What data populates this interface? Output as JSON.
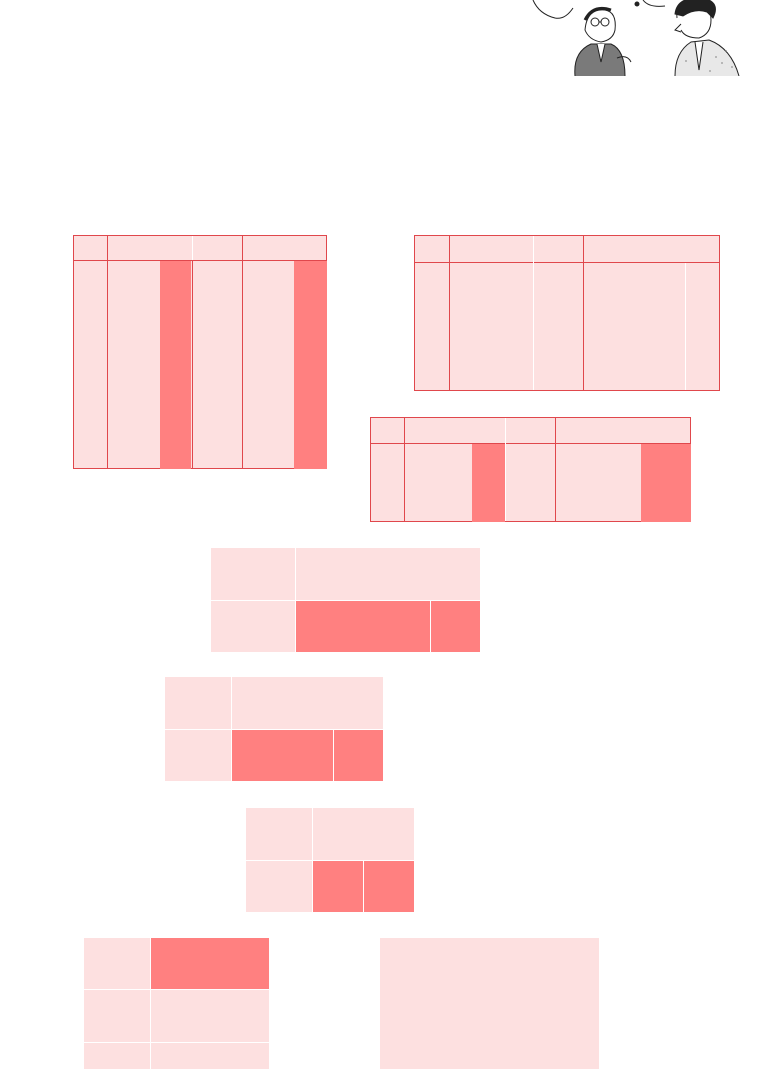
{
  "illustration": {
    "icon": "two-businessmen-talking-illustration"
  },
  "colors": {
    "light_cell": "#fde0e0",
    "highlight_cell": "#ff8080",
    "outline": "#e0474c",
    "background": "#ffffff"
  },
  "tables": [
    {
      "name": "table-1",
      "note": "",
      "highlighted_columns": 2
    },
    {
      "name": "table-2",
      "note": "",
      "highlighted_columns": 0
    },
    {
      "name": "table-3",
      "note": "",
      "highlighted_columns": 2
    },
    {
      "name": "grid-1",
      "note": "",
      "highlighted_cells": 2
    },
    {
      "name": "grid-2",
      "note": "",
      "highlighted_cells": 2
    },
    {
      "name": "grid-3",
      "note": "",
      "highlighted_cells": 2
    },
    {
      "name": "grid-4",
      "note": "",
      "highlighted_cells": 1
    },
    {
      "name": "blank-box",
      "note": "",
      "highlighted_cells": 0
    }
  ]
}
